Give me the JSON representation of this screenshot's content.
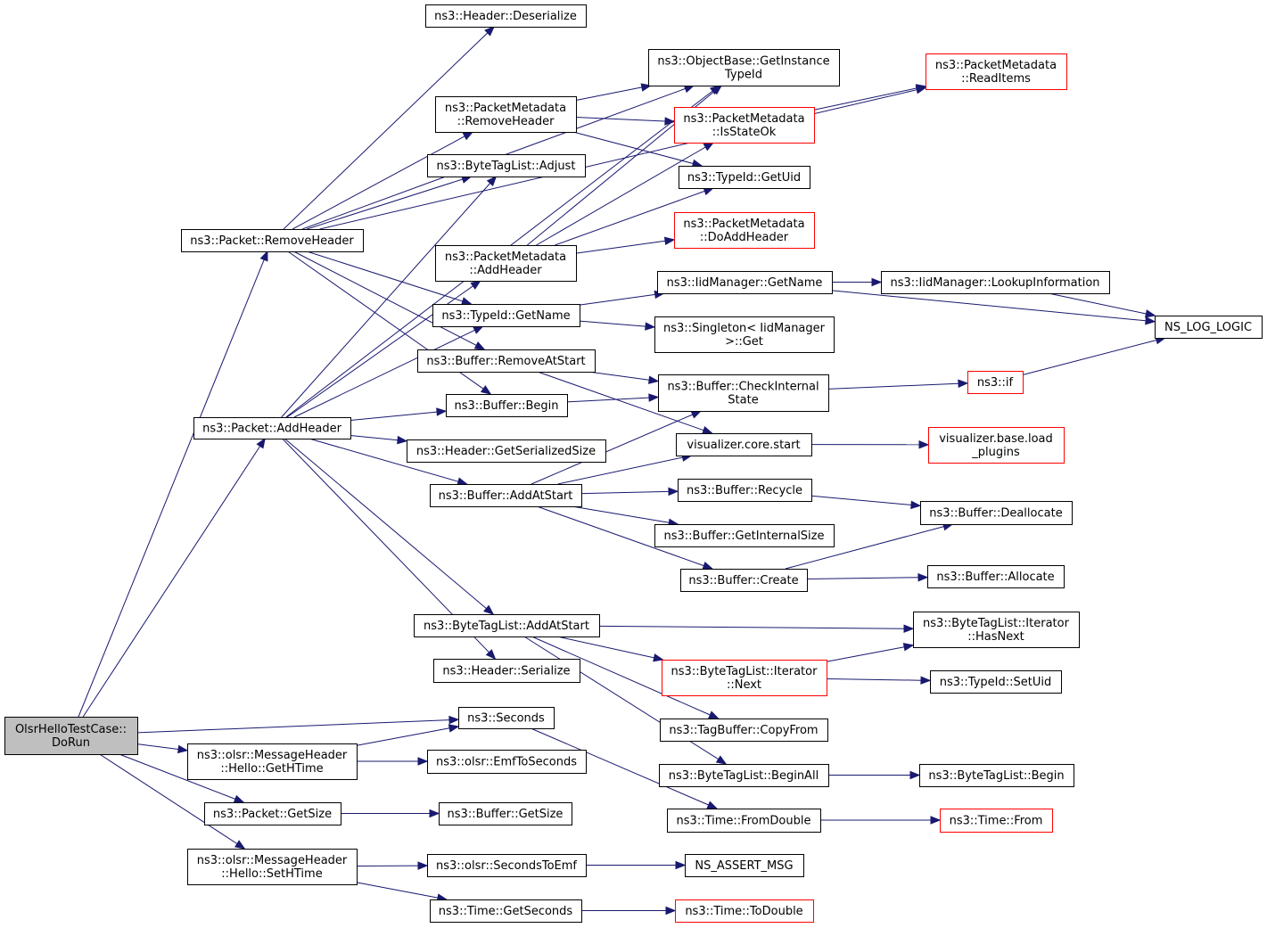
{
  "diagram": {
    "type": "call-graph",
    "colors": {
      "edge": "#191970",
      "node_border": "#000000",
      "incomplete_border": "#ff0000",
      "root_fill": "#bfbfbf"
    },
    "nodes": [
      {
        "id": "root",
        "lines": [
          "OlsrHelloTestCase::",
          "DoRun"
        ],
        "style": "root"
      },
      {
        "id": "pkt_removeheader",
        "lines": [
          "ns3::Packet::RemoveHeader"
        ]
      },
      {
        "id": "pkt_addheader",
        "lines": [
          "ns3::Packet::AddHeader"
        ]
      },
      {
        "id": "hdr_deserialize",
        "lines": [
          "ns3::Header::Deserialize"
        ]
      },
      {
        "id": "objbase_gettypeid",
        "lines": [
          "ns3::ObjectBase::GetInstance",
          "TypeId"
        ]
      },
      {
        "id": "pm_readitems",
        "lines": [
          "ns3::PacketMetadata",
          "::ReadItems"
        ],
        "style": "red"
      },
      {
        "id": "pm_removeheader",
        "lines": [
          "ns3::PacketMetadata",
          "::RemoveHeader"
        ]
      },
      {
        "id": "pm_isstateok",
        "lines": [
          "ns3::PacketMetadata",
          "::IsStateOk"
        ],
        "style": "red"
      },
      {
        "id": "btl_adjust",
        "lines": [
          "ns3::ByteTagList::Adjust"
        ]
      },
      {
        "id": "typeid_getuid",
        "lines": [
          "ns3::TypeId::GetUid"
        ]
      },
      {
        "id": "pm_doaddheader",
        "lines": [
          "ns3::PacketMetadata",
          "::DoAddHeader"
        ],
        "style": "red"
      },
      {
        "id": "pm_addheader",
        "lines": [
          "ns3::PacketMetadata",
          "::AddHeader"
        ]
      },
      {
        "id": "iid_getname",
        "lines": [
          "ns3::IidManager::GetName"
        ]
      },
      {
        "id": "iid_lookup",
        "lines": [
          "ns3::IidManager::LookupInformation"
        ]
      },
      {
        "id": "typeid_getname",
        "lines": [
          "ns3::TypeId::GetName"
        ]
      },
      {
        "id": "ns_log_logic",
        "lines": [
          "NS_LOG_LOGIC"
        ]
      },
      {
        "id": "singleton_get",
        "lines": [
          "ns3::Singleton< IidManager",
          ">::Get"
        ]
      },
      {
        "id": "buf_removeatstart",
        "lines": [
          "ns3::Buffer::RemoveAtStart"
        ]
      },
      {
        "id": "buf_checkinternal",
        "lines": [
          "ns3::Buffer::CheckInternal",
          "State"
        ]
      },
      {
        "id": "ns3_if",
        "lines": [
          "ns3::if"
        ],
        "style": "red"
      },
      {
        "id": "buf_begin",
        "lines": [
          "ns3::Buffer::Begin"
        ]
      },
      {
        "id": "vis_core_start",
        "lines": [
          "visualizer.core.start"
        ]
      },
      {
        "id": "vis_base_load",
        "lines": [
          "visualizer.base.load",
          "_plugins"
        ],
        "style": "red"
      },
      {
        "id": "hdr_getserializedsize",
        "lines": [
          "ns3::Header::GetSerializedSize"
        ]
      },
      {
        "id": "buf_addatstart",
        "lines": [
          "ns3::Buffer::AddAtStart"
        ]
      },
      {
        "id": "buf_recycle",
        "lines": [
          "ns3::Buffer::Recycle"
        ]
      },
      {
        "id": "buf_deallocate",
        "lines": [
          "ns3::Buffer::Deallocate"
        ]
      },
      {
        "id": "buf_getinternalsize",
        "lines": [
          "ns3::Buffer::GetInternalSize"
        ]
      },
      {
        "id": "buf_create",
        "lines": [
          "ns3::Buffer::Create"
        ]
      },
      {
        "id": "buf_allocate",
        "lines": [
          "ns3::Buffer::Allocate"
        ]
      },
      {
        "id": "btl_addatstart",
        "lines": [
          "ns3::ByteTagList::AddAtStart"
        ]
      },
      {
        "id": "btl_it_hasnext",
        "lines": [
          "ns3::ByteTagList::Iterator",
          "::HasNext"
        ]
      },
      {
        "id": "btl_it_next",
        "lines": [
          "ns3::ByteTagList::Iterator",
          "::Next"
        ],
        "style": "red"
      },
      {
        "id": "typeid_setuid",
        "lines": [
          "ns3::TypeId::SetUid"
        ]
      },
      {
        "id": "hdr_serialize",
        "lines": [
          "ns3::Header::Serialize"
        ]
      },
      {
        "id": "seconds",
        "lines": [
          "ns3::Seconds"
        ]
      },
      {
        "id": "tagbuf_copyfrom",
        "lines": [
          "ns3::TagBuffer::CopyFrom"
        ]
      },
      {
        "id": "mh_gethtime",
        "lines": [
          "ns3::olsr::MessageHeader",
          "::Hello::GetHTime"
        ]
      },
      {
        "id": "olsr_emftoseconds",
        "lines": [
          "ns3::olsr::EmfToSeconds"
        ]
      },
      {
        "id": "btl_beginall",
        "lines": [
          "ns3::ByteTagList::BeginAll"
        ]
      },
      {
        "id": "btl_begin",
        "lines": [
          "ns3::ByteTagList::Begin"
        ]
      },
      {
        "id": "pkt_getsize",
        "lines": [
          "ns3::Packet::GetSize"
        ]
      },
      {
        "id": "buf_getsize",
        "lines": [
          "ns3::Buffer::GetSize"
        ]
      },
      {
        "id": "time_fromdouble",
        "lines": [
          "ns3::Time::FromDouble"
        ]
      },
      {
        "id": "time_from",
        "lines": [
          "ns3::Time::From"
        ],
        "style": "red"
      },
      {
        "id": "mh_sethtime",
        "lines": [
          "ns3::olsr::MessageHeader",
          "::Hello::SetHTime"
        ]
      },
      {
        "id": "olsr_secondstoemf",
        "lines": [
          "ns3::olsr::SecondsToEmf"
        ]
      },
      {
        "id": "ns_assert_msg",
        "lines": [
          "NS_ASSERT_MSG"
        ]
      },
      {
        "id": "time_getseconds",
        "lines": [
          "ns3::Time::GetSeconds"
        ]
      },
      {
        "id": "time_todouble",
        "lines": [
          "ns3::Time::ToDouble"
        ],
        "style": "red"
      }
    ],
    "edges": [
      [
        "root",
        "pkt_removeheader"
      ],
      [
        "root",
        "pkt_addheader"
      ],
      [
        "root",
        "seconds"
      ],
      [
        "root",
        "mh_gethtime"
      ],
      [
        "root",
        "pkt_getsize"
      ],
      [
        "root",
        "mh_sethtime"
      ],
      [
        "pkt_removeheader",
        "hdr_deserialize"
      ],
      [
        "pkt_removeheader",
        "objbase_gettypeid"
      ],
      [
        "pkt_removeheader",
        "pm_removeheader"
      ],
      [
        "pkt_removeheader",
        "btl_adjust"
      ],
      [
        "pkt_removeheader",
        "typeid_getname"
      ],
      [
        "pkt_removeheader",
        "buf_removeatstart"
      ],
      [
        "pkt_removeheader",
        "buf_begin"
      ],
      [
        "pkt_removeheader",
        "pm_readitems"
      ],
      [
        "pkt_addheader",
        "objbase_gettypeid"
      ],
      [
        "pkt_addheader",
        "btl_adjust"
      ],
      [
        "pkt_addheader",
        "pm_addheader"
      ],
      [
        "pkt_addheader",
        "typeid_getname"
      ],
      [
        "pkt_addheader",
        "buf_begin"
      ],
      [
        "pkt_addheader",
        "hdr_getserializedsize"
      ],
      [
        "pkt_addheader",
        "buf_addatstart"
      ],
      [
        "pkt_addheader",
        "btl_addatstart"
      ],
      [
        "pkt_addheader",
        "hdr_serialize"
      ],
      [
        "pm_removeheader",
        "objbase_gettypeid"
      ],
      [
        "pm_removeheader",
        "pm_isstateok"
      ],
      [
        "pm_removeheader",
        "typeid_getuid"
      ],
      [
        "pm_isstateok",
        "pm_readitems"
      ],
      [
        "pm_addheader",
        "objbase_gettypeid"
      ],
      [
        "pm_addheader",
        "pm_isstateok"
      ],
      [
        "pm_addheader",
        "typeid_getuid"
      ],
      [
        "pm_addheader",
        "pm_doaddheader"
      ],
      [
        "typeid_getname",
        "iid_getname"
      ],
      [
        "typeid_getname",
        "singleton_get"
      ],
      [
        "iid_getname",
        "iid_lookup"
      ],
      [
        "iid_getname",
        "ns_log_logic"
      ],
      [
        "iid_lookup",
        "ns_log_logic"
      ],
      [
        "ns3_if",
        "ns_log_logic"
      ],
      [
        "buf_removeatstart",
        "buf_checkinternal"
      ],
      [
        "buf_removeatstart",
        "vis_core_start"
      ],
      [
        "buf_begin",
        "buf_checkinternal"
      ],
      [
        "buf_checkinternal",
        "ns3_if"
      ],
      [
        "vis_core_start",
        "vis_base_load"
      ],
      [
        "buf_addatstart",
        "buf_checkinternal"
      ],
      [
        "buf_addatstart",
        "vis_core_start"
      ],
      [
        "buf_addatstart",
        "buf_recycle"
      ],
      [
        "buf_addatstart",
        "buf_getinternalsize"
      ],
      [
        "buf_addatstart",
        "buf_create"
      ],
      [
        "buf_recycle",
        "buf_deallocate"
      ],
      [
        "buf_create",
        "buf_deallocate"
      ],
      [
        "buf_create",
        "buf_allocate"
      ],
      [
        "btl_addatstart",
        "btl_it_hasnext"
      ],
      [
        "btl_addatstart",
        "btl_it_next"
      ],
      [
        "btl_addatstart",
        "tagbuf_copyfrom"
      ],
      [
        "btl_addatstart",
        "btl_beginall"
      ],
      [
        "btl_it_next",
        "btl_it_hasnext"
      ],
      [
        "btl_it_next",
        "typeid_setuid"
      ],
      [
        "btl_beginall",
        "btl_begin"
      ],
      [
        "seconds",
        "time_fromdouble"
      ],
      [
        "time_fromdouble",
        "time_from"
      ],
      [
        "mh_gethtime",
        "seconds"
      ],
      [
        "mh_gethtime",
        "olsr_emftoseconds"
      ],
      [
        "pkt_getsize",
        "buf_getsize"
      ],
      [
        "mh_sethtime",
        "olsr_secondstoemf"
      ],
      [
        "mh_sethtime",
        "time_getseconds"
      ],
      [
        "olsr_secondstoemf",
        "ns_assert_msg"
      ],
      [
        "time_getseconds",
        "time_todouble"
      ]
    ]
  }
}
